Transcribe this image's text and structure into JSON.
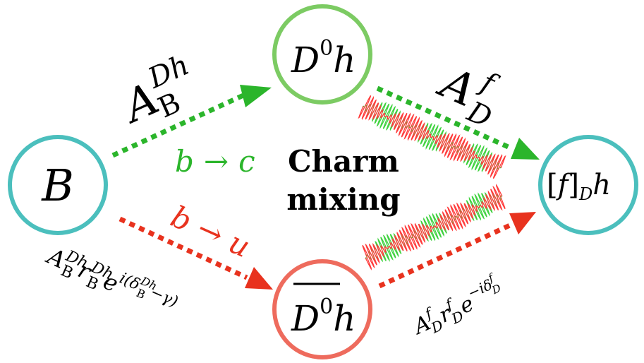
{
  "colors": {
    "teal": "#4bbfbd",
    "green_node": "#7ccb63",
    "red_node": "#ee6b5d",
    "green_arrow": "#2bb52b",
    "red_arrow": "#e8321e",
    "wave_green": "#3fd23f",
    "wave_red": "#ff3b3b"
  },
  "nodes": {
    "b": "B",
    "d0h_main": "D",
    "d0h_sup": "0",
    "d0h_h": "h",
    "d0barh_main": "D",
    "d0barh_sup": "0",
    "d0barh_h": "h",
    "fdh_bracket_open": "[",
    "fdh_f": "f",
    "fdh_bracket_close": "]",
    "fdh_sub": "D",
    "fdh_h": "h"
  },
  "labels": {
    "center_line1": "Charm",
    "center_line2": "mixing",
    "b_to_c_b": "b",
    "b_to_c_arrow": "→",
    "b_to_c_c": "c",
    "b_to_u_b": "b",
    "b_to_u_arrow": "→",
    "b_to_u_u": "u",
    "amp_bdh_A": "A",
    "amp_bdh_sup": "Dh",
    "amp_bdh_sub": "B",
    "amp_df_A": "A",
    "amp_df_sup": "f",
    "amp_df_sub": "D",
    "amp_bdh_full_A": "A",
    "amp_bdh_full_sup": "Dh",
    "amp_bdh_full_sub": "B",
    "amp_bdh_full_r": "r",
    "amp_bdh_full_r_sup": "Dh",
    "amp_bdh_full_r_sub": "B",
    "amp_bdh_full_e": "e",
    "amp_bdh_full_exp": "i(δ",
    "amp_bdh_full_exp_sup": "Dh",
    "amp_bdh_full_exp_sub": "B",
    "amp_bdh_full_exp_end": "−γ)",
    "amp_df_full_A": "A",
    "amp_df_full_sup": "f",
    "amp_df_full_sub": "D",
    "amp_df_full_r": "r",
    "amp_df_full_r_sup": "f",
    "amp_df_full_r_sub": "D",
    "amp_df_full_e": "e",
    "amp_df_full_exp": "−iδ",
    "amp_df_full_exp_sup": "f",
    "amp_df_full_exp_sub": "D"
  }
}
